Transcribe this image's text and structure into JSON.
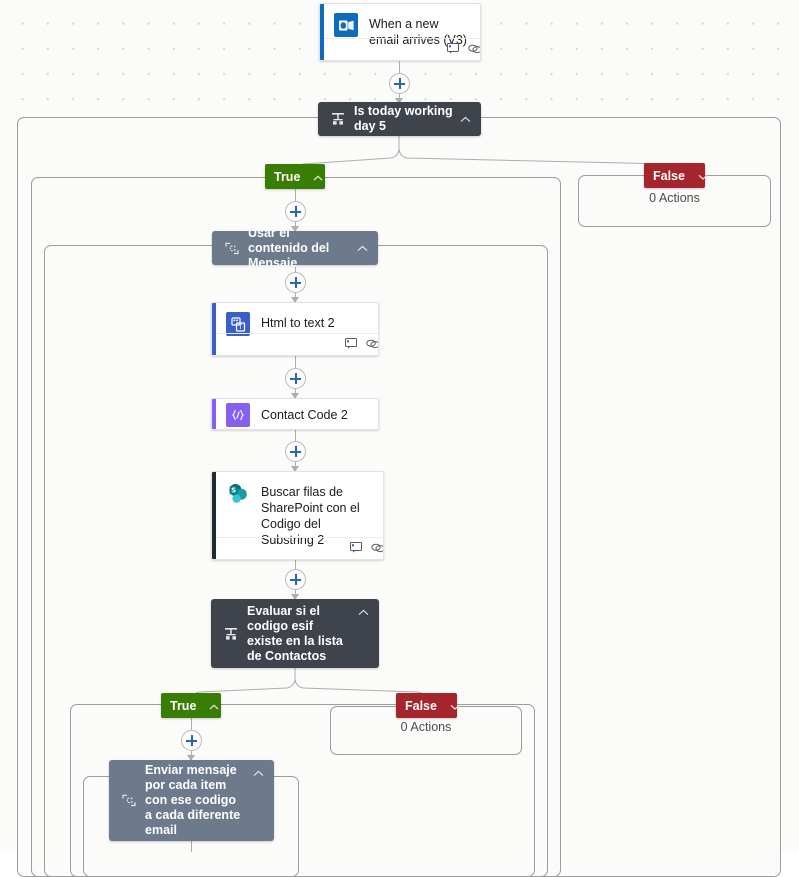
{
  "app": {
    "surface": "power-automate-flow-designer",
    "canvas_background": "#fbfbfa",
    "dot_color": "#d6d6d4"
  },
  "colors": {
    "true_pill": "#3a7d05",
    "false_pill": "#a4262c",
    "condition_card": "#3f444c",
    "scope_card": "#6c7a8c",
    "plus_accent": "#2566b5",
    "connector": "#adadad",
    "outlook_icon": "#0f6cbd",
    "html_icon": "#3a5fc8",
    "code_icon": "#8661f0",
    "sharepoint_icon": "#03787c"
  },
  "nodes": {
    "trigger": {
      "title": "When a new email arrives (V3)",
      "icon": "outlook-icon",
      "accent": "#0f6cbd",
      "footer_icons": [
        "comment-icon",
        "link-icon"
      ]
    },
    "condition_working_day": {
      "title": "Is today working day 5",
      "icon": "condition-icon",
      "chevron": "chevron-up-icon",
      "style": "dark"
    },
    "branch_true_1": {
      "label": "True",
      "chevron": "chevron-up-icon"
    },
    "branch_false_1": {
      "label": "False",
      "chevron": "chevron-down-icon",
      "actions_text": "0 Actions"
    },
    "scope_usar_contenido": {
      "title": "Usar el contenido del Mensaje",
      "icon": "scope-icon",
      "chevron": "chevron-up-icon",
      "style": "slate"
    },
    "html_to_text": {
      "title": "Html to text 2",
      "icon": "html-to-text-icon",
      "accent": "#3a5fc8",
      "footer_icons": [
        "comment-icon",
        "link-icon"
      ]
    },
    "contact_code": {
      "title": "Contact Code 2",
      "icon": "inline-code-icon",
      "accent": "#8661f0",
      "footer_icons": []
    },
    "buscar_filas": {
      "title": "Buscar filas de SharePoint con el Codigo del Substring 2",
      "icon": "sharepoint-icon",
      "accent": "#1f2b33",
      "footer_icons": [
        "comment-icon",
        "link-icon"
      ]
    },
    "condition_evaluar": {
      "title": "Evaluar si el codigo esif existe en la lista de Contactos",
      "icon": "condition-icon",
      "chevron": "chevron-up-icon",
      "style": "dark"
    },
    "branch_true_2": {
      "label": "True",
      "chevron": "chevron-up-icon"
    },
    "branch_false_2": {
      "label": "False",
      "chevron": "chevron-down-icon",
      "actions_text": "0 Actions"
    },
    "scope_enviar_mensaje": {
      "title": "Enviar mensaje por cada item con ese codigo a cada diferente email",
      "icon": "scope-icon",
      "chevron": "chevron-up-icon",
      "style": "slate"
    }
  },
  "add_buttons": [
    {
      "name": "add-step-after-trigger"
    },
    {
      "name": "add-step-true-branch-1"
    },
    {
      "name": "add-step-after-scope-usar-contenido"
    },
    {
      "name": "add-step-after-html-to-text"
    },
    {
      "name": "add-step-after-contact-code"
    },
    {
      "name": "add-step-after-buscar-filas"
    },
    {
      "name": "add-step-true-branch-2"
    }
  ]
}
